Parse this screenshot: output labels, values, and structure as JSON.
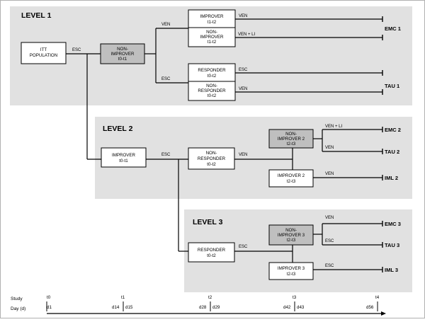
{
  "levels": {
    "level1": "LEVEL 1",
    "level2": "LEVEL 2",
    "level3": "LEVEL 3"
  },
  "boxes": {
    "itt": [
      "ITT",
      "POPULATION"
    ],
    "nonimp_t0t1": [
      "NON-",
      "IMPROVER",
      "t0-t1"
    ],
    "improver_t1t2": [
      "IMPROVER",
      "t1-t2"
    ],
    "nonimp_t1t2": [
      "NON-",
      "IMPROVER",
      "t1-t2"
    ],
    "responder_t0t2_l1": [
      "RESPONDER",
      "t0-t2"
    ],
    "nonresp_t0t2_l1": [
      "NON-",
      "RESPONDER",
      "t0-t2"
    ],
    "improver_t0t1": [
      "IMPROVER",
      "t0-t1"
    ],
    "nonresp_t0t2_l2": [
      "NON-",
      "RESPONDER",
      "t0-t2"
    ],
    "nonimp2": [
      "NON-",
      "IMPROVER 2",
      "t2-t3"
    ],
    "improver2": [
      "IMPROVER 2",
      "t2-t3"
    ],
    "responder_t0t2_l3": [
      "RESPONDER",
      "t0-t2"
    ],
    "nonimp3": [
      "NON-",
      "IMPROVER 3",
      "t2-t3"
    ],
    "improver3": [
      "IMPROVER 3",
      "t2-t3"
    ]
  },
  "treatments": {
    "esc": "ESC",
    "ven": "VEN",
    "ven_li": "VEN + LI"
  },
  "endpoints": {
    "emc1": "EMC 1",
    "tau1": "TAU 1",
    "emc2": "EMC 2",
    "tau2": "TAU 2",
    "iml2": "IML 2",
    "emc3": "EMC 3",
    "tau3": "TAU 3",
    "iml3": "IML 3"
  },
  "timeline": {
    "title": [
      "Study",
      "Day (d)"
    ],
    "times": [
      "t0",
      "t1",
      "t2",
      "t3",
      "t4"
    ],
    "days": [
      "d1",
      "d14",
      "d15",
      "d28",
      "d29",
      "d42",
      "d43",
      "d56"
    ]
  },
  "colors": {
    "panel": "#e1e1e1",
    "highlight_box": "#bfbfbf",
    "box": "#ffffff",
    "line": "#000000"
  }
}
